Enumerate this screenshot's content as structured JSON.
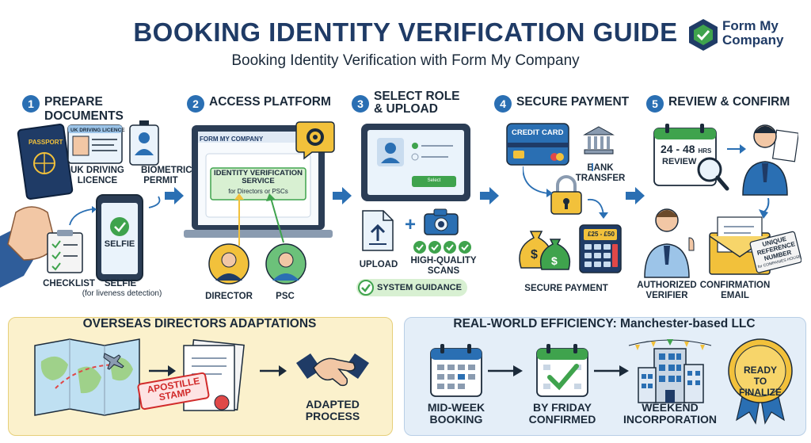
{
  "header": {
    "title": "BOOKING IDENTITY VERIFICATION GUIDE",
    "subtitle": "Booking Identity Verification with Form My Company",
    "logo_line1": "Form My",
    "logo_line2": "Company"
  },
  "steps": [
    {
      "number": "1",
      "label": "PREPARE DOCUMENTS"
    },
    {
      "number": "2",
      "label": "ACCESS PLATFORM"
    },
    {
      "number": "3",
      "label": "SELECT ROLE & UPLOAD"
    },
    {
      "number": "4",
      "label": "SECURE PAYMENT"
    },
    {
      "number": "5",
      "label": "REVIEW & CONFIRM"
    }
  ],
  "step1": {
    "passport": "PASSPORT",
    "licence_card": "UK DRIVING LICENCE",
    "licence_label": "UK DRIVING LICENCE",
    "biometric_label": "BIOMETRIC PERMIT",
    "selfie_screen": "SELFIE",
    "checklist_label": "CHECKLIST",
    "selfie_label": "SELFIE",
    "selfie_note": "(for liveness detection)"
  },
  "step2": {
    "browser_brand": "FORM MY COMPANY",
    "service_title": "IDENTITY VERIFICATION SERVICE",
    "service_sub": "for Directors or PSCs",
    "director": "DIRECTOR",
    "psc": "PSC"
  },
  "step3": {
    "button": "Select",
    "upload": "UPLOAD",
    "scans": "HIGH-QUALITY SCANS",
    "guidance": "SYSTEM GUIDANCE"
  },
  "step4": {
    "credit_card": "CREDIT CARD",
    "bank_transfer": "BANK TRANSFER",
    "price": "£25 - £50",
    "secure_payment": "SECURE PAYMENT"
  },
  "step5": {
    "review_time": "24 - 48",
    "review_unit": "HRS",
    "review_label": "REVIEW",
    "verifier": "AUTHORIZED VERIFIER",
    "email": "CONFIRMATION EMAIL",
    "reference": "UNIQUE REFERENCE NUMBER",
    "reference_sub": "for COMPANIES HOUSE"
  },
  "overseas": {
    "title": "OVERSEAS DIRECTORS ADAPTATIONS",
    "stamp": "APOSTILLE STAMP",
    "result_line1": "ADAPTED",
    "result_line2": "PROCESS"
  },
  "efficiency": {
    "title": "REAL-WORLD EFFICIENCY: Manchester-based LLC",
    "items": [
      {
        "line1": "MID-WEEK",
        "line2": "BOOKING"
      },
      {
        "line1": "BY FRIDAY",
        "line2": "CONFIRMED"
      },
      {
        "line1": "WEEKEND",
        "line2": "INCORPORATION"
      }
    ],
    "badge_line1": "READY TO",
    "badge_line2": "FINALIZE"
  },
  "colors": {
    "title": "#1f3b66",
    "accent_blue": "#2a6fb3",
    "green": "#3fa34d",
    "gold": "#f2c13b",
    "overseas_bg": "#fbf1cc",
    "efficiency_bg": "#e4eef8"
  }
}
